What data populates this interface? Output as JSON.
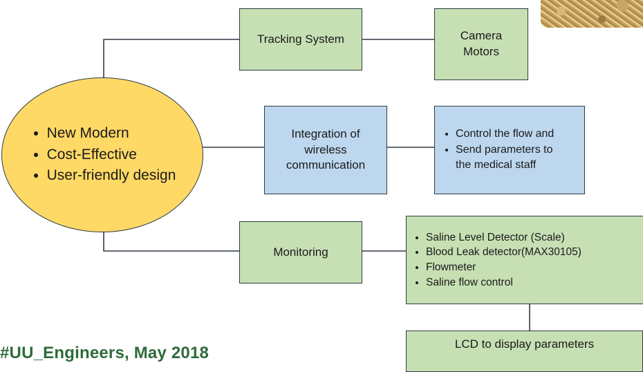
{
  "center_ellipse": {
    "bullets": [
      "New Modern",
      "Cost-Effective",
      "User-friendly design"
    ]
  },
  "tracking_system": {
    "label": "Tracking System"
  },
  "camera_motors": {
    "label": "Camera\nMotors"
  },
  "wireless_integration": {
    "label": "Integration of\nwireless\ncommunication"
  },
  "wireless_details": {
    "bullets": [
      "Control the flow and",
      "Send parameters to\nthe medical staff"
    ]
  },
  "monitoring": {
    "label": "Monitoring"
  },
  "monitoring_details": {
    "bullets": [
      "Saline Level Detector (Scale)",
      "Blood Leak detector(MAX30105)",
      "Flowmeter",
      "Saline flow control"
    ]
  },
  "lcd": {
    "label": "LCD to display parameters"
  },
  "footer": {
    "text": "#UU_Engineers, May 2018"
  },
  "colors": {
    "ellipse_fill": "#ffd966",
    "green_box_fill": "#c6e0b4",
    "blue_box_fill": "#bdd7ee",
    "connector": "#2f3a44",
    "footer_text": "#2e6b3a"
  },
  "icons": {
    "corner_photo": "textured-photo"
  }
}
